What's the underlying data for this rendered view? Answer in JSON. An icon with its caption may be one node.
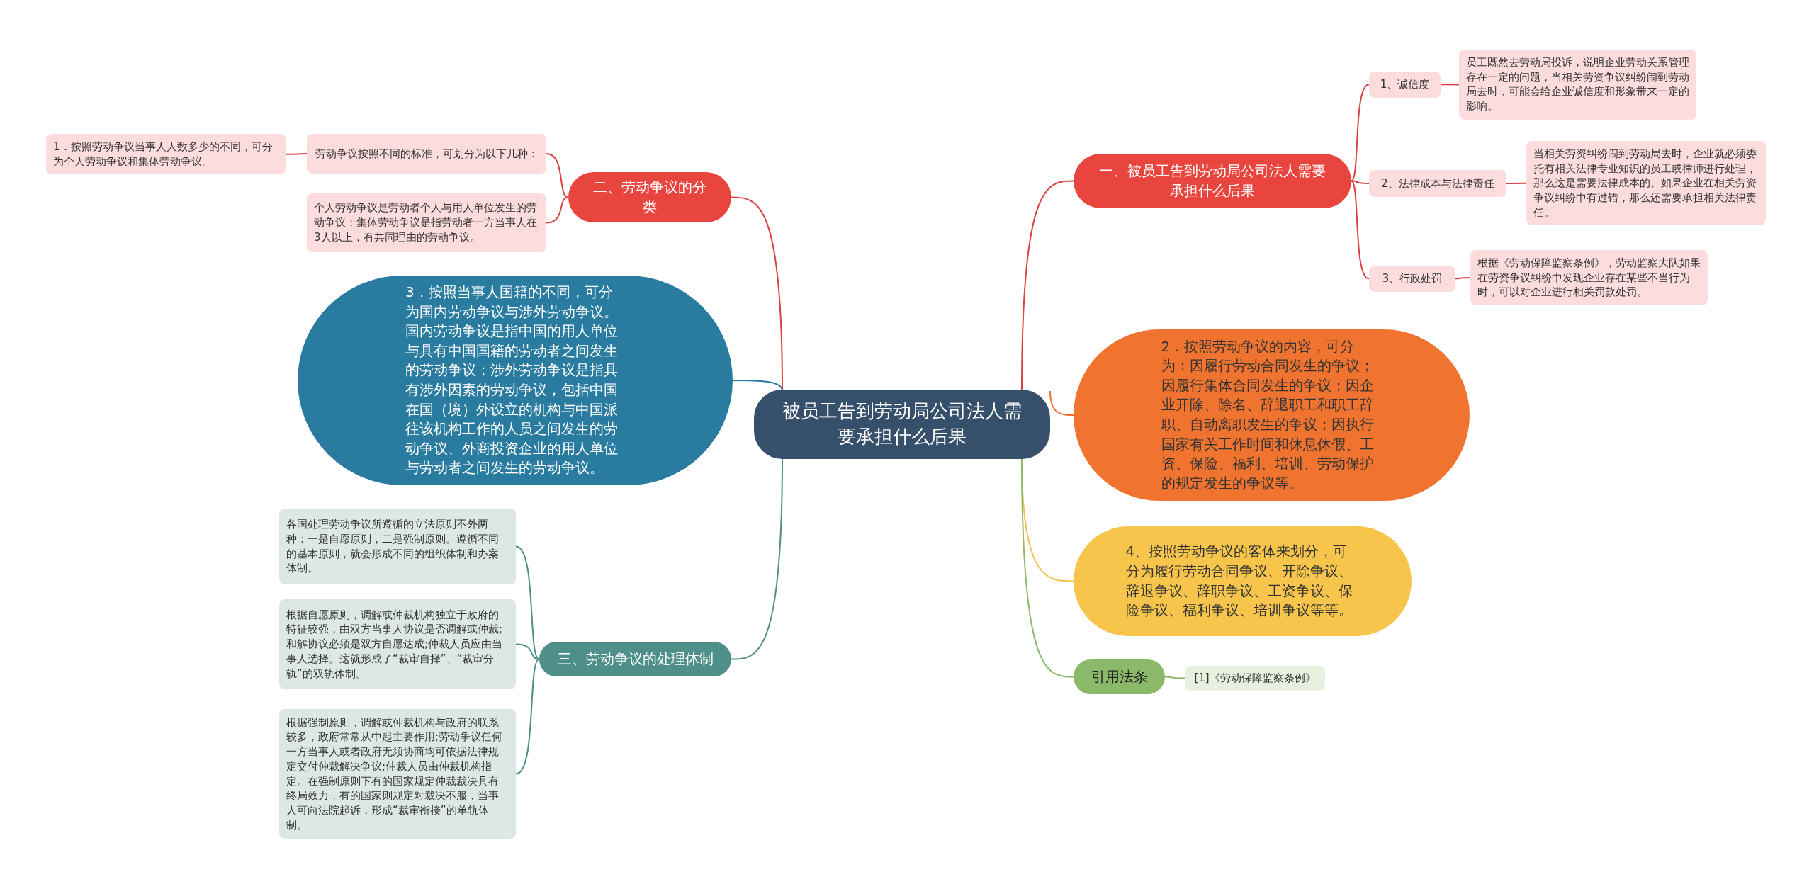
{
  "diagram": {
    "nodes": [
      {
        "text": [
          "被员工告到劳动局公司法人需要承担什么后果"
        ]
      },
      {
        "text": [
          "一、被员工告到劳动局公司法人需要承担什么后果"
        ]
      },
      {
        "text": [
          "1、诚信度"
        ]
      },
      {
        "text": [
          "员工既然去劳动局投诉，说明企业劳动关系管理存在一定的问题，当相关劳资争议纠纷闹到劳动局去时，可能会给企业诚信度和形象带来一定的影响。"
        ]
      },
      {
        "text": [
          "2、法律成本与法律责任"
        ]
      },
      {
        "text": [
          "当相关劳资纠纷闹到劳动局去时，企业就必须委托有相关法律专业知识的员工或律师进行处理，那么这是需要法律成本的。如果企业在相关劳资争议纠纷中有过错，那么还需要承担相关法律责任。"
        ]
      },
      {
        "text": [
          "3、行政处罚"
        ]
      },
      {
        "text": [
          "根据《劳动保障监察条例》，劳动监察大队如果在劳资争议纠纷中发现企业存在某些不当行为时，可以对企业进行相关罚款处罚。"
        ]
      },
      {
        "text": [
          "2．按照劳动争议的内容，可分为：因履行劳动合同发生的争议；因履行集体合同发生的争议；因企业开除、除名、辞退职工和职工辞职、自动离职发生的争议；因执行国家有关工作时间和休息休假、工资、保险、福利、培训、劳动保护的规定发生的争议等。"
        ]
      },
      {
        "text": [
          "4、按照劳动争议的客体来划分，可分为履行劳动合同争议、开除争议、辞退争议、辞职争议、工资争议、保险争议、福利争议、培训争议等等。"
        ]
      },
      {
        "text": [
          "引用法条"
        ]
      },
      {
        "text": [
          "[1]《劳动保障监察条例》"
        ]
      },
      {
        "text": [
          "二、劳动争议的分类"
        ]
      },
      {
        "text": [
          "劳动争议按照不同的标准，可划分为以下几种："
        ]
      },
      {
        "text": [
          "1．按照劳动争议当事人人数多少的不同，可分为个人劳动争议和集体劳动争议。"
        ]
      },
      {
        "text": [
          "个人劳动争议是劳动者个人与用人单位发生的劳动争议；集体劳动争议是指劳动者一方当事人在3人以上，有共同理由的劳动争议。"
        ]
      },
      {
        "text": [
          "3．按照当事人国籍的不同，可分为国内劳动争议与涉外劳动争议。国内劳动争议是指中国的用人单位与具有中国国籍的劳动者之间发生的劳动争议；涉外劳动争议是指具有涉外因素的劳动争议，包括中国在国（境）外设立的机构与中国派往该机构工作的人员之间发生的劳动争议、外商投资企业的用人单位与劳动者之间发生的劳动争议。"
        ]
      },
      {
        "text": [
          "三、劳动争议的处理体制"
        ]
      },
      {
        "text": [
          "各国处理劳动争议所遵循的立法原则不外两种：一是自愿原则，二是强制原则。遵循不同的基本原则，就会形成不同的组织体制和办案体制。"
        ]
      },
      {
        "text": [
          "根据自愿原则，调解或仲裁机构独立于政府的特征较强，由双方当事人协议是否调解或仲裁;和解协议必须是双方自愿达成;仲裁人员应由当事人选择。这就形成了“裁审自择”、“裁审分轨”的双轨体制。"
        ]
      },
      {
        "text": [
          "根据强制原则，调解或仲裁机构与政府的联系较多，政府常常从中起主要作用;劳动争议任何一方当事人或者政府无须协商均可依据法律规定交付仲裁解决争议;仲裁人员由仲裁机构指定。在强制原则下有的国家规定仲裁裁决具有终局效力，有的国家则规定对裁决不服，当事人可向法院起诉，形成“裁审衔接”的单轨体制。"
        ]
      }
    ],
    "edges": [
      {
        "from": 0,
        "to": 1,
        "arrow": "none"
      },
      {
        "from": 1,
        "to": 2,
        "arrow": "none"
      },
      {
        "from": 1,
        "to": 4,
        "arrow": "none"
      },
      {
        "from": 1,
        "to": 6,
        "arrow": "none"
      },
      {
        "from": 2,
        "to": 3,
        "arrow": "none"
      },
      {
        "from": 4,
        "to": 5,
        "arrow": "none"
      },
      {
        "from": 6,
        "to": 7,
        "arrow": "none"
      },
      {
        "from": 0,
        "to": 8,
        "arrow": "none",
        "color": "#f07430"
      },
      {
        "from": 0,
        "to": 9,
        "arrow": "none",
        "color": "#f2c14e"
      },
      {
        "from": 0,
        "to": 10,
        "arrow": "none",
        "color": "#8cb86a"
      },
      {
        "from": 10,
        "to": 11,
        "arrow": "none",
        "color": "#8cb86a"
      },
      {
        "from": 0,
        "to": 12,
        "arrow": "none"
      },
      {
        "from": 12,
        "to": 13,
        "arrow": "none"
      },
      {
        "from": 13,
        "to": 14,
        "arrow": "none"
      },
      {
        "from": 12,
        "to": 15,
        "arrow": "none"
      },
      {
        "from": 0,
        "to": 16,
        "arrow": "none",
        "color": "#2a7ba0"
      },
      {
        "from": 0,
        "to": 17,
        "arrow": "none",
        "color": "#4f8f8a"
      },
      {
        "from": 17,
        "to": 18,
        "arrow": "none",
        "color": "#4f8f8a"
      },
      {
        "from": 17,
        "to": 19,
        "arrow": "none",
        "color": "#4f8f8a"
      },
      {
        "from": 17,
        "to": 20,
        "arrow": "none",
        "color": "#4f8f8a"
      }
    ]
  }
}
